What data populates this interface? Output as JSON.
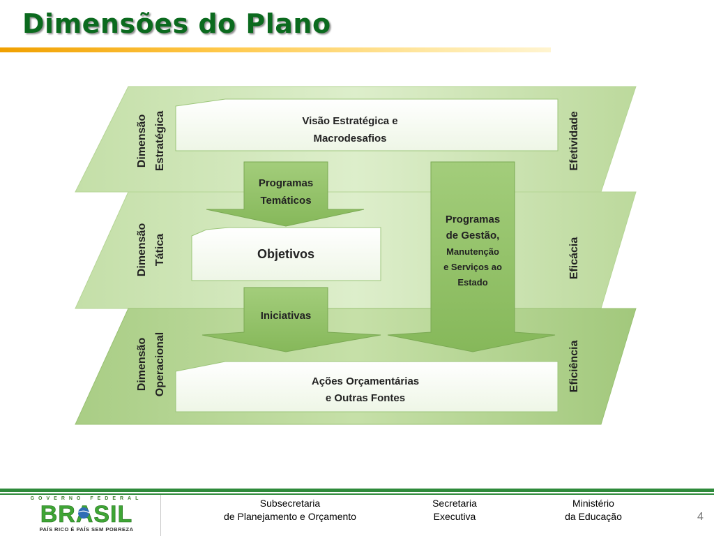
{
  "slide": {
    "title": "Dimensões do Plano",
    "page_number": "4"
  },
  "diagram": {
    "layers": [
      {
        "left_label_line1": "Dimensão",
        "left_label_line2": "Estratégica",
        "right_label": "Efetividade",
        "box_line1": "Visão Estratégica e",
        "box_line2": "Macrodesafios"
      },
      {
        "left_label_line1": "Dimensão",
        "left_label_line2": "Tática",
        "right_label": "Eficácia",
        "box_line1": "Objetivos"
      },
      {
        "left_label_line1": "Dimensão",
        "left_label_line2": "Operacional",
        "right_label": "Eficiência",
        "box_line1": "Ações Orçamentárias",
        "box_line2": "e Outras Fontes"
      }
    ],
    "arrows": {
      "programas_tematicos": [
        "Programas",
        "Temáticos"
      ],
      "iniciativas": [
        "Iniciativas"
      ],
      "programas_gestao": [
        "Programas",
        "de Gestão,",
        "Manutenção",
        "e Serviços ao",
        "Estado"
      ]
    }
  },
  "footer": {
    "logo": {
      "top_text": "GOVERNO FEDERAL",
      "word": "BRASIL",
      "tagline": "PAÍS RICO É PAÍS SEM POBREZA"
    },
    "org1": [
      "Subsecretaria",
      "de Planejamento e Orçamento"
    ],
    "org2": [
      "Secretaria",
      "Executiva"
    ],
    "org3": [
      "Ministério",
      "da Educação"
    ]
  },
  "colors": {
    "title_green": "#0b6a1e",
    "layer_green": "#a8cc86",
    "arrow_green": "#8fbf62",
    "footer_green": "#2e8a3a"
  }
}
